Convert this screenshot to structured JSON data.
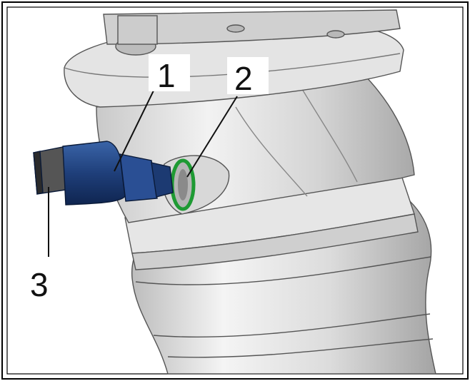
{
  "callouts": [
    {
      "id": "1",
      "label": "1"
    },
    {
      "id": "2",
      "label": "2"
    },
    {
      "id": "3",
      "label": "3"
    }
  ],
  "colors": {
    "background": "#ffffff",
    "frame": "#000000",
    "sensor": "#1f3f7a",
    "sensor_dark": "#0f2550",
    "o_ring": "#1e9a33",
    "metal_light": "#f0f0f0",
    "metal_mid": "#cfcfcf",
    "metal_dark": "#9a9a9a"
  }
}
